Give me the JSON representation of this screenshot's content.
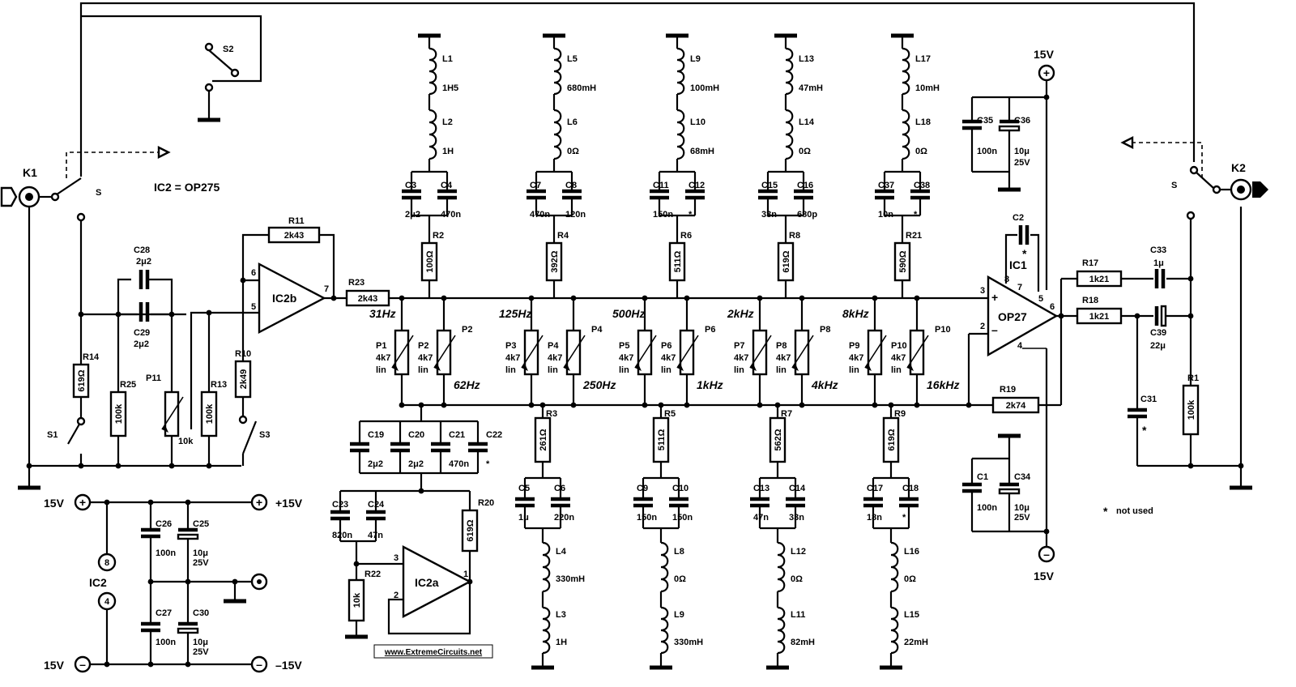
{
  "header": {
    "ic2_note": "IC2 = OP275",
    "switch_s2": "S2",
    "connector_k1": "K1",
    "connector_k2": "K2",
    "s_left": "S",
    "s_right": "S"
  },
  "footnote": {
    "star": "*",
    "text": "not used"
  },
  "watermark": "www.ExtremeCircuits.net",
  "input_stage": {
    "R11": {
      "ref": "R11",
      "value": "2k43"
    },
    "R23": {
      "ref": "R23",
      "value": "2k43"
    },
    "R14": {
      "ref": "R14",
      "value": "619Ω"
    },
    "R25": {
      "ref": "R25",
      "value": "100k"
    },
    "R13": {
      "ref": "R13",
      "value": "100k"
    },
    "R10": {
      "ref": "R10",
      "value": "2k49"
    },
    "P11": {
      "ref": "P11",
      "value": "10k"
    },
    "C28": {
      "ref": "C28",
      "value": "2μ2"
    },
    "C29": {
      "ref": "C29",
      "value": "2μ2"
    },
    "S1": "S1",
    "S3": "S3",
    "IC2b": "IC2b",
    "pin6": "6",
    "pin5": "5",
    "pin7": "7"
  },
  "bands": [
    {
      "freq": "31Hz",
      "pot": "P1",
      "pot_value": "4k7",
      "pot_taper": "lin"
    },
    {
      "freq": "62Hz",
      "pot": "P2",
      "pot_value": "4k7",
      "pot_taper": "lin"
    },
    {
      "freq": "125Hz",
      "pot": "P3",
      "pot_value": "4k7",
      "pot_taper": "lin"
    },
    {
      "freq": "250Hz",
      "pot": "P4",
      "pot_value": "4k7",
      "pot_taper": "lin"
    },
    {
      "freq": "500Hz",
      "pot": "P5",
      "pot_value": "4k7",
      "pot_taper": "lin"
    },
    {
      "freq": "1kHz",
      "pot": "P6",
      "pot_value": "4k7",
      "pot_taper": "lin"
    },
    {
      "freq": "2kHz",
      "pot": "P7",
      "pot_value": "4k7",
      "pot_taper": "lin"
    },
    {
      "freq": "4kHz",
      "pot": "P8",
      "pot_value": "4k7",
      "pot_taper": "lin"
    },
    {
      "freq": "8kHz",
      "pot": "P9",
      "pot_value": "4k7",
      "pot_taper": "lin"
    },
    {
      "freq": "16kHz",
      "pot": "P10",
      "pot_value": "4k7",
      "pot_taper": "lin"
    }
  ],
  "top_resonators": [
    {
      "La": "L1",
      "La_val": "1H5",
      "Lb": "L2",
      "Lb_val": "1H",
      "Ca": "C3",
      "Ca_val": "2μ2",
      "Cb": "C4",
      "Cb_val": "470n",
      "R": "R2",
      "R_val": "100Ω"
    },
    {
      "La": "L5",
      "La_val": "680mH",
      "Lb": "L6",
      "Lb_val": "0Ω",
      "Ca": "C7",
      "Ca_val": "470n",
      "Cb": "C8",
      "Cb_val": "120n",
      "R": "R4",
      "R_val": "392Ω"
    },
    {
      "La": "L9",
      "La_val": "100mH",
      "Lb": "L10",
      "Lb_val": "68mH",
      "Ca": "C11",
      "Ca_val": "150n",
      "Cb": "C12",
      "Cb_val": "*",
      "R": "R6",
      "R_val": "511Ω"
    },
    {
      "La": "L13",
      "La_val": "47mH",
      "Lb": "L14",
      "Lb_val": "0Ω",
      "Ca": "C15",
      "Ca_val": "33n",
      "Cb": "C16",
      "Cb_val": "680p",
      "R": "R8",
      "R_val": "619Ω"
    },
    {
      "La": "L17",
      "La_val": "10mH",
      "Lb": "L18",
      "Lb_val": "0Ω",
      "Ca": "C37",
      "Ca_val": "10n",
      "Cb": "C38",
      "Cb_val": "*",
      "R": "R21",
      "R_val": "590Ω"
    }
  ],
  "bottom_resonators": [
    {
      "R": "R3",
      "R_val": "261Ω",
      "Ca": "C5",
      "Ca_val": "1μ",
      "Cb": "C6",
      "Cb_val": "220n",
      "La": "L4",
      "La_val": "330mH",
      "Lb": "L3",
      "Lb_val": "1H"
    },
    {
      "R": "R5",
      "R_val": "511Ω",
      "Ca": "C9",
      "Ca_val": "150n",
      "Cb": "C10",
      "Cb_val": "150n",
      "La": "L8",
      "La_val": "0Ω",
      "Lb": "L9",
      "Lb_val": "330mH"
    },
    {
      "R": "R7",
      "R_val": "562Ω",
      "Ca": "C13",
      "Ca_val": "47n",
      "Cb": "C14",
      "Cb_val": "33n",
      "La": "L12",
      "La_val": "0Ω",
      "Lb": "L11",
      "Lb_val": "82mH"
    },
    {
      "R": "R9",
      "R_val": "619Ω",
      "Ca": "C17",
      "Ca_val": "18n",
      "Cb": "C18",
      "Cb_val": "*",
      "La": "L16",
      "La_val": "0Ω",
      "Lb": "L15",
      "Lb_val": "22mH"
    }
  ],
  "gyrator": {
    "C19": "C19",
    "C19_val": "2μ2",
    "C20": "C20",
    "C20_val": "2μ2",
    "C21": "C21",
    "C21_val": "470n",
    "C22": "C22",
    "C22_val": "*",
    "C23": "C23",
    "C23_val": "820n",
    "C24": "C24",
    "C24_val": "47n",
    "R20": "R20",
    "R20_val": "619Ω",
    "R22": "R22",
    "R22_val": "10k",
    "IC2a": "IC2a",
    "pin3": "3",
    "pin2": "2",
    "pin1": "1"
  },
  "power": {
    "plus15_left": "15V",
    "minus15_left": "15V",
    "plus15_right": "+15V",
    "minus15_right": "–15V",
    "C26": "C26",
    "C26_val": "100n",
    "C25": "C25",
    "C25_val": "10μ",
    "C25_volt": "25V",
    "C27": "C27",
    "C27_val": "100n",
    "C30": "C30",
    "C30_val": "10μ",
    "C30_volt": "25V",
    "IC2": "IC2",
    "pin8": "8",
    "pin4": "4"
  },
  "output_stage": {
    "IC1": "IC1",
    "OP27": "OP27",
    "pin3": "3",
    "pin2": "2",
    "pin8": "8",
    "pin7": "7",
    "pin5": "5",
    "pin6": "6",
    "pin4": "4",
    "C2": "C2",
    "C2_val": "*",
    "R17": "R17",
    "R17_val": "1k21",
    "R18": "R18",
    "R18_val": "1k21",
    "R19": "R19",
    "R19_val": "2k74",
    "C33": "C33",
    "C33_val": "1μ",
    "C39": "C39",
    "C39_val": "22μ",
    "C31": "C31",
    "C31_val": "*",
    "R1": "R1",
    "R1_val": "100k",
    "C35": "C35",
    "C35_val": "100n",
    "C36": "C36",
    "C36_val": "10μ",
    "C36_volt": "25V",
    "C1": "C1",
    "C1_val": "100n",
    "C34": "C34",
    "C34_val": "10μ",
    "C34_volt": "25V",
    "plus15": "15V",
    "minus15": "15V"
  }
}
